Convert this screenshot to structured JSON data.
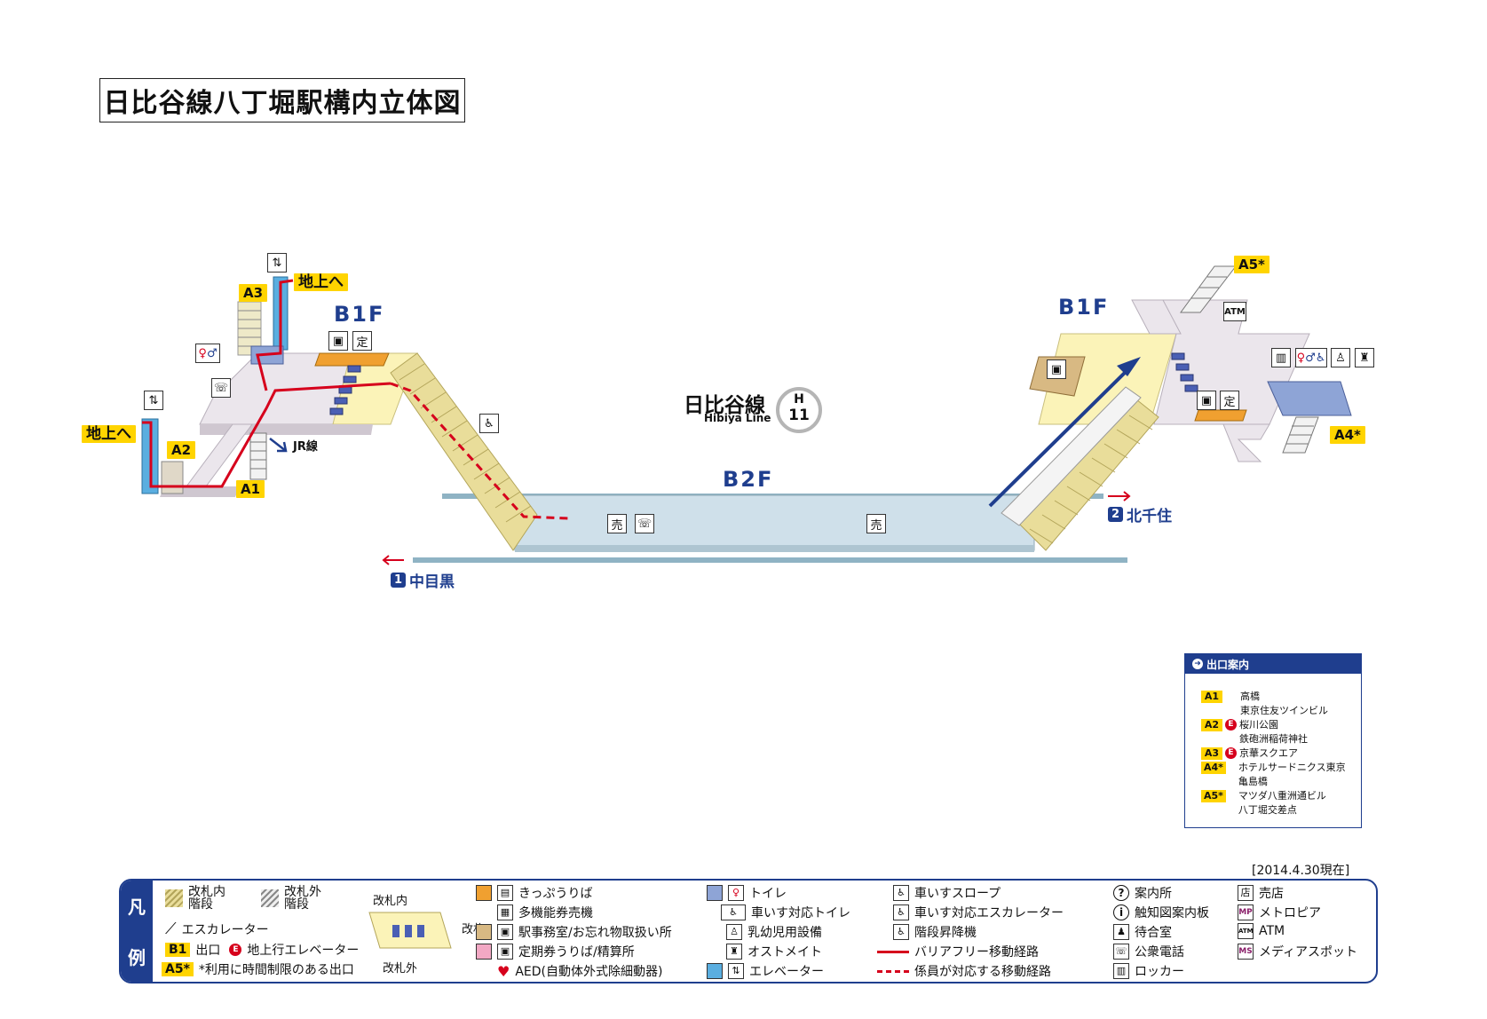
{
  "title": "日比谷線八丁堀駅構内立体図",
  "line": {
    "name_ja": "日比谷線",
    "name_en": "Hibiya Line",
    "badge_letter": "H",
    "badge_number": "11"
  },
  "floors": {
    "left_b1": "B1F",
    "right_b1": "B1F",
    "b2": "B2F"
  },
  "exits_map": {
    "a1": "A1",
    "a2": "A2",
    "a3": "A3",
    "a4": "A4*",
    "a5": "A5*"
  },
  "map_labels": {
    "to_ground_left": "地上へ",
    "to_ground_top": "地上へ",
    "jr_line": "JR線",
    "atm": "ATM"
  },
  "directions": {
    "nakameguro": {
      "num": "1",
      "label": "中目黒"
    },
    "kitasenju": {
      "num": "2",
      "label": "北千住"
    }
  },
  "exit_info": {
    "heading": "出口案内",
    "rows": [
      {
        "tag": "A1",
        "e": false,
        "lines": [
          "高橋",
          "東京住友ツインビル"
        ]
      },
      {
        "tag": "A2",
        "e": true,
        "lines": [
          "桜川公園",
          "鉄砲洲稲荷神社"
        ]
      },
      {
        "tag": "A3",
        "e": true,
        "lines": [
          "京華スクエア"
        ]
      },
      {
        "tag": "A4*",
        "e": false,
        "lines": [
          "ホテルサードニクス東京",
          "亀島橋"
        ]
      },
      {
        "tag": "A5*",
        "e": false,
        "lines": [
          "マツダ八重洲通ビル",
          "八丁堀交差点"
        ]
      }
    ]
  },
  "date": "[2014.4.30現在]",
  "legend": {
    "side_1": "凡",
    "side_2": "例",
    "stairs_inside_1": "改札内",
    "stairs_inside_2": "階段",
    "stairs_outside_1": "改札外",
    "stairs_outside_2": "階段",
    "escalator": "エスカレーター",
    "exit_tag": "B1",
    "exit": "出口",
    "ground_elevator": "地上行エレベーター",
    "limited_tag": "A5*",
    "limited_exit": "*利用に時間制限のある出口",
    "gate_inside": "改札内",
    "gate": "改札",
    "gate_outside": "改札外",
    "col2": [
      "きっぷうりば",
      "多機能券売機",
      "駅事務室/お忘れ物取扱い所",
      "定期券うりば/精算所",
      "AED(自動体外式除細動器)"
    ],
    "col3": [
      "トイレ",
      "車いす対応トイレ",
      "乳幼児用設備",
      "オストメイト",
      "エレベーター"
    ],
    "col4": [
      "車いすスロープ",
      "車いす対応エスカレーター",
      "階段昇降機",
      "バリアフリー移動経路",
      "係員が対応する移動経路"
    ],
    "col5": [
      "案内所",
      "触知図案内板",
      "待合室",
      "公衆電話",
      "ロッカー"
    ],
    "col6": [
      "売店",
      "メトロピア",
      "ATM",
      "メディアスポット"
    ],
    "col6_icons": [
      "店",
      "MP",
      "ATM",
      "MS"
    ]
  },
  "colors": {
    "navy": "#1f3e8e",
    "yellow": "#ffd400",
    "red": "#d6001c",
    "platform": "#cfe0ea",
    "concourse": "#ebe6ec",
    "gate_area": "#fbf3b8",
    "stairs": "#e9dd9a",
    "elevator": "#5aaee0"
  }
}
